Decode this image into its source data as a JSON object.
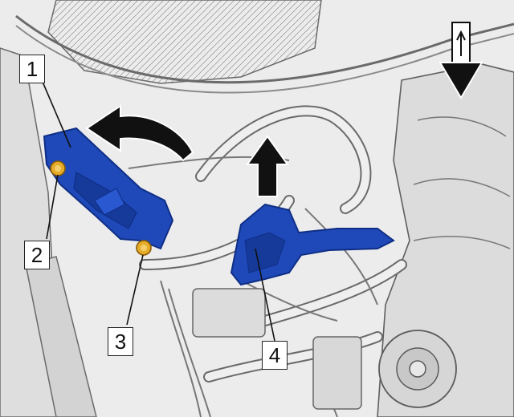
{
  "callouts": [
    {
      "id": "1",
      "label": "1"
    },
    {
      "id": "2",
      "label": "2"
    },
    {
      "id": "3",
      "label": "3"
    },
    {
      "id": "4",
      "label": "4"
    }
  ],
  "icons": {
    "rotate_arrow": "curved-arrow-left-icon",
    "lift_arrow": "arrow-up-icon",
    "vehicle_front": "arrow-down-icon"
  },
  "colors": {
    "highlight_part": "#1f49b8",
    "highlight_part_dark": "#0f2e86",
    "fastener": "#e5ac2a",
    "line_art": "#5a5a5a",
    "background": "#ebebeb",
    "arrow": "#111111"
  }
}
